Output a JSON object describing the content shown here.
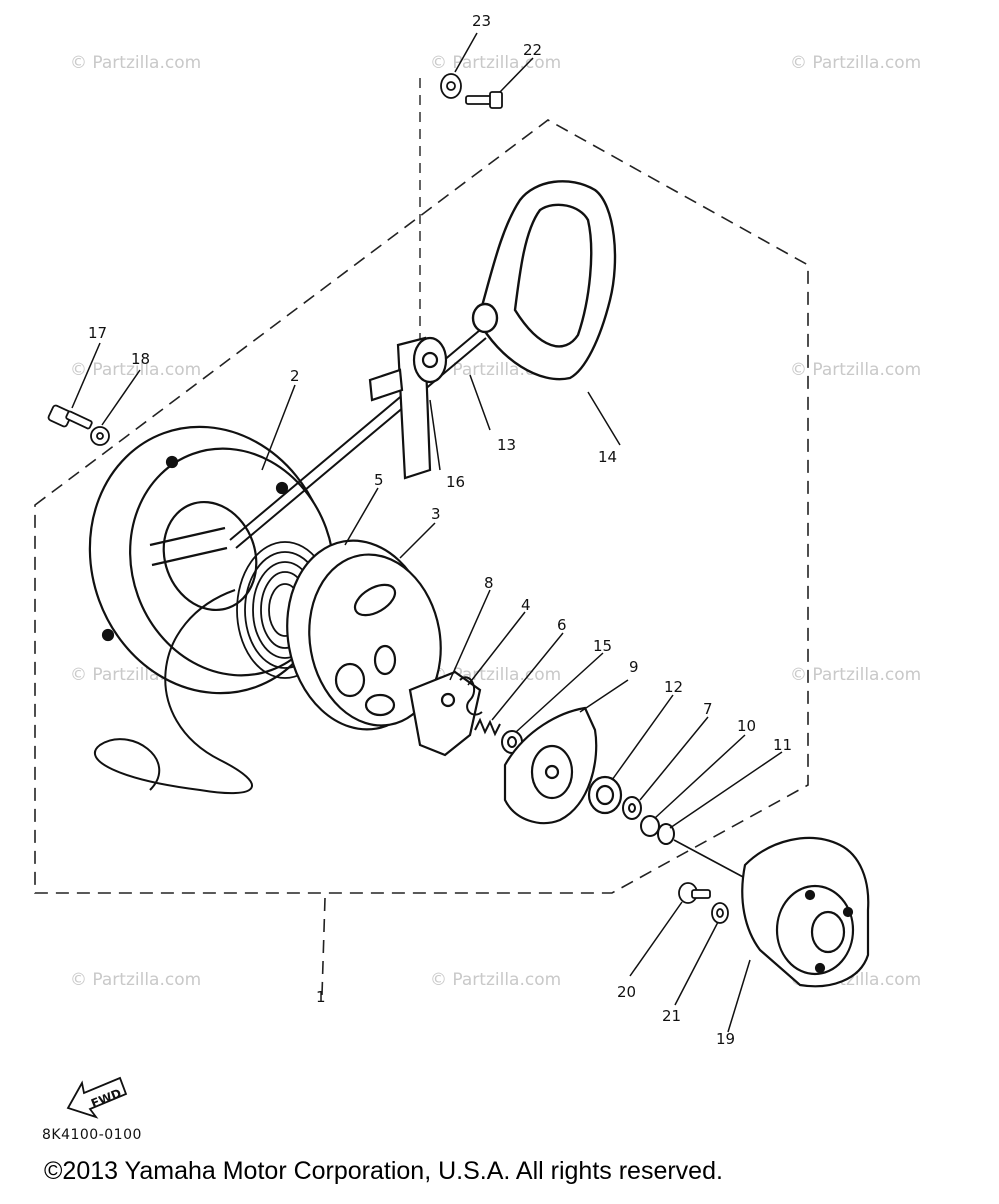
{
  "diagram": {
    "part_labels": [
      "1",
      "2",
      "3",
      "4",
      "5",
      "6",
      "7",
      "8",
      "9",
      "10",
      "11",
      "12",
      "13",
      "14",
      "15",
      "16",
      "17",
      "18",
      "19",
      "20",
      "21",
      "22",
      "23"
    ],
    "watermark": "© Partzilla.com",
    "fwd_label": "FWD",
    "diagram_code": "8K4100-0100",
    "copyright": "©2013 Yamaha Motor Corporation, U.S.A. All rights reserved."
  }
}
